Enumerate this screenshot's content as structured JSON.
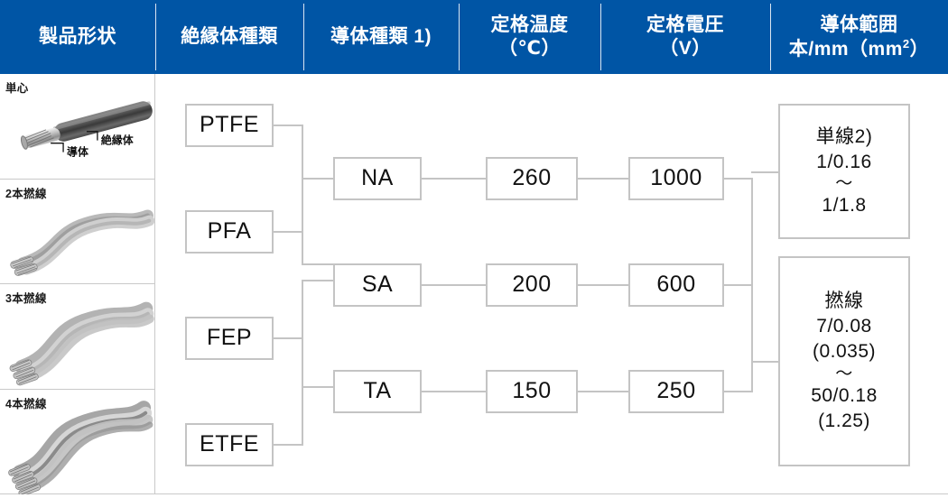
{
  "table": {
    "columns": [
      {
        "id": "product-shape",
        "line1": "製品形状",
        "line2": ""
      },
      {
        "id": "insulator-type",
        "line1": "絶縁体種類",
        "line2": ""
      },
      {
        "id": "conductor-type",
        "line1": "導体種類 1)",
        "line2": ""
      },
      {
        "id": "rated-temperature",
        "line1": "定格温度",
        "line2": "（℃）"
      },
      {
        "id": "rated-voltage",
        "line1": "定格電圧",
        "line2": "（V）"
      },
      {
        "id": "conductor-range",
        "line1": "導体範囲",
        "line2": "本/mm（mm2）"
      }
    ]
  },
  "product_shapes": [
    {
      "id": "single-core",
      "label": "単心",
      "callout_conductor": "導体",
      "callout_insulator": "絶縁体"
    },
    {
      "id": "two-core-twisted",
      "label": "2本撚線"
    },
    {
      "id": "three-core-twisted",
      "label": "3本撚線"
    },
    {
      "id": "four-core-twisted",
      "label": "4本撚線"
    }
  ],
  "insulators": [
    {
      "id": "ptfe",
      "label": "PTFE"
    },
    {
      "id": "pfa",
      "label": "PFA"
    },
    {
      "id": "fep",
      "label": "FEP"
    },
    {
      "id": "etfe",
      "label": "ETFE"
    }
  ],
  "conductors": [
    {
      "id": "na",
      "label": "NA"
    },
    {
      "id": "sa",
      "label": "SA"
    },
    {
      "id": "ta",
      "label": "TA"
    }
  ],
  "temperatures": [
    {
      "id": "temp-260",
      "label": "260"
    },
    {
      "id": "temp-200",
      "label": "200"
    },
    {
      "id": "temp-150",
      "label": "150"
    }
  ],
  "voltages": [
    {
      "id": "volt-1000",
      "label": "1000"
    },
    {
      "id": "volt-600",
      "label": "600"
    },
    {
      "id": "volt-250",
      "label": "250"
    }
  ],
  "ranges": [
    {
      "id": "solid-wire",
      "title": "単線2)",
      "lines": [
        "1/0.16",
        "～",
        "1/1.8"
      ]
    },
    {
      "id": "stranded-wire",
      "title": "撚線",
      "lines": [
        "7/0.08",
        "(0.035)",
        "～",
        "50/0.18",
        "(1.25)"
      ]
    }
  ],
  "colors": {
    "header_bg": "#0055a5",
    "header_text": "#ffffff",
    "border": "#c9c9c9",
    "node_border": "#c4c4c4",
    "text": "#111111"
  }
}
